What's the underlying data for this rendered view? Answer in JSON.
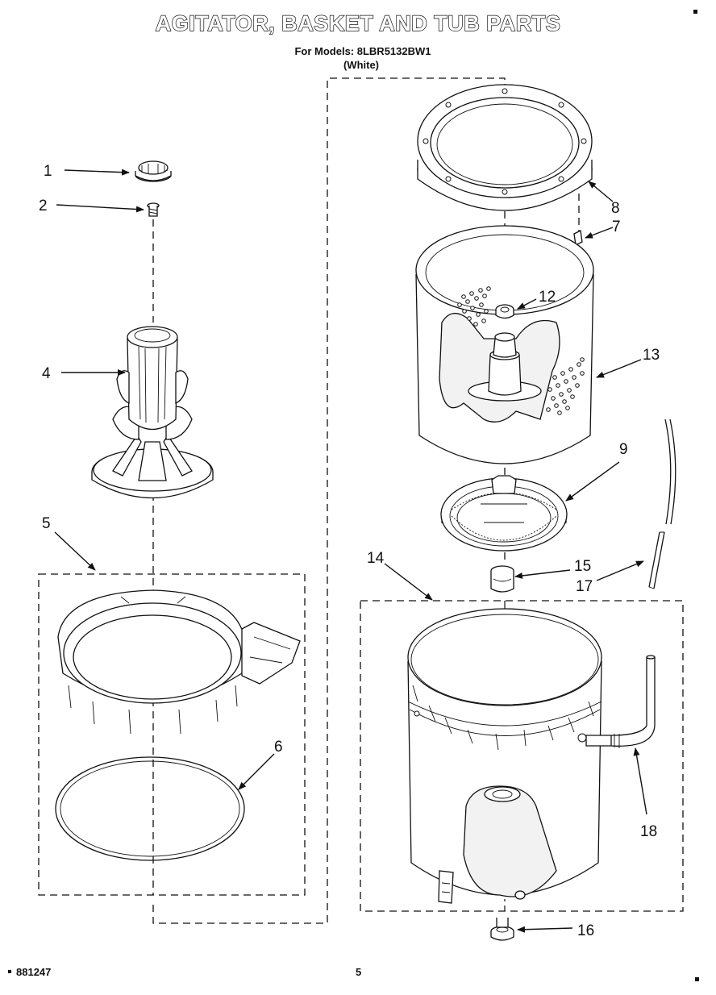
{
  "header": {
    "title": "AGITATOR, BASKET AND TUB PARTS",
    "models": "For Models: 8LBR5132BW1",
    "color": "(White)"
  },
  "footer": {
    "doc_number": "881247",
    "page_number": "5"
  },
  "callouts": [
    "1",
    "2",
    "4",
    "5",
    "6",
    "7",
    "8",
    "9",
    "12",
    "13",
    "14",
    "15",
    "16",
    "17",
    "18"
  ]
}
